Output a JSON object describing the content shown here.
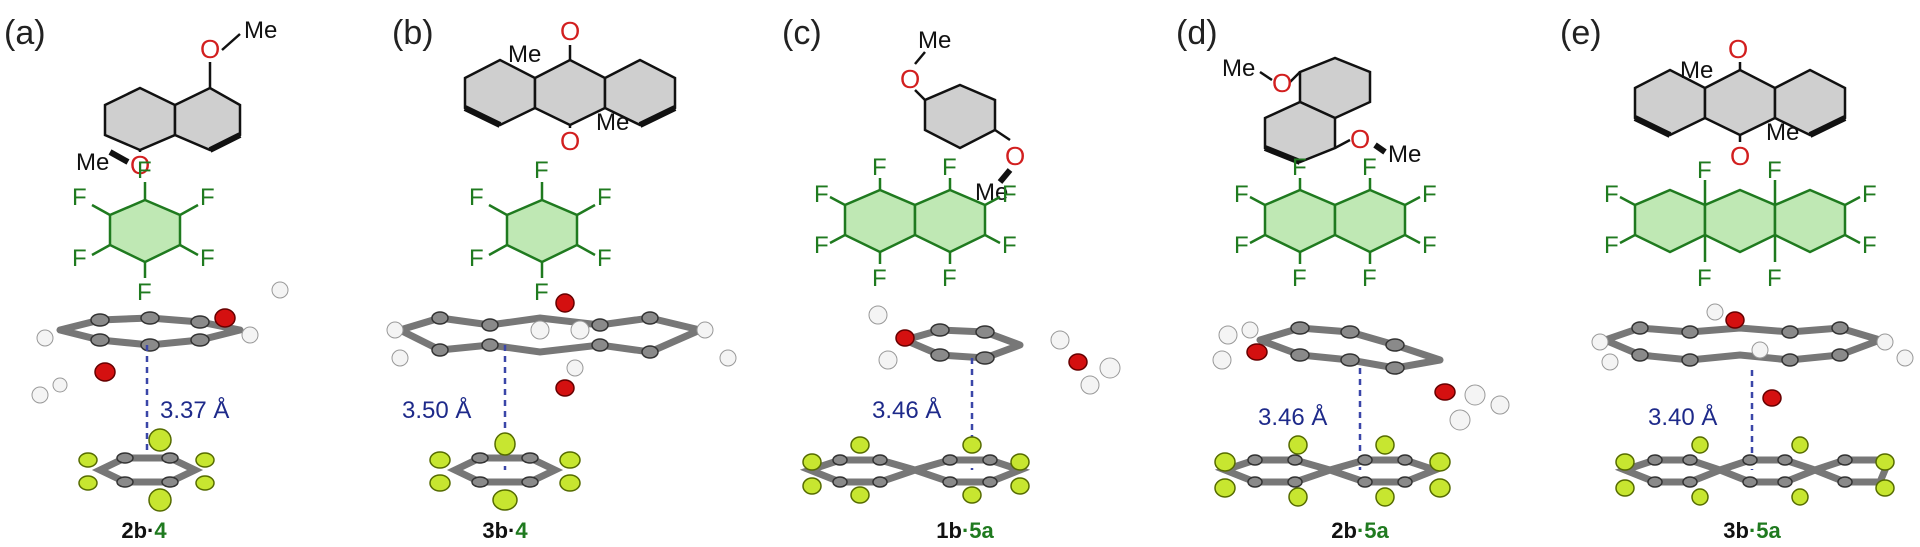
{
  "panels": [
    {
      "label": "(a)",
      "distance": "3.37 Å",
      "compound_black": "2b",
      "dot": "·",
      "compound_green": "4"
    },
    {
      "label": "(b)",
      "distance": "3.50 Å",
      "compound_black": "3b",
      "dot": "·",
      "compound_green": "4"
    },
    {
      "label": "(c)",
      "distance": "3.46 Å",
      "compound_black": "1b",
      "dot": "·",
      "compound_green": "5a"
    },
    {
      "label": "(d)",
      "distance": "3.46 Å",
      "compound_black": "2b",
      "dot": "·",
      "compound_green": "5a"
    },
    {
      "label": "(e)",
      "distance": "3.40 Å",
      "compound_black": "3b",
      "dot": "·",
      "compound_green": "5a"
    }
  ],
  "atoms": {
    "oxygen": "O",
    "methyl": "Me",
    "fluorine": "F"
  },
  "colors": {
    "text": "#222222",
    "acceptor_green": "#1f7a1f",
    "oxygen_red": "#d21f1f",
    "distance_blue": "#1e2a8a",
    "fluorine_yellow": "#c7e630"
  }
}
